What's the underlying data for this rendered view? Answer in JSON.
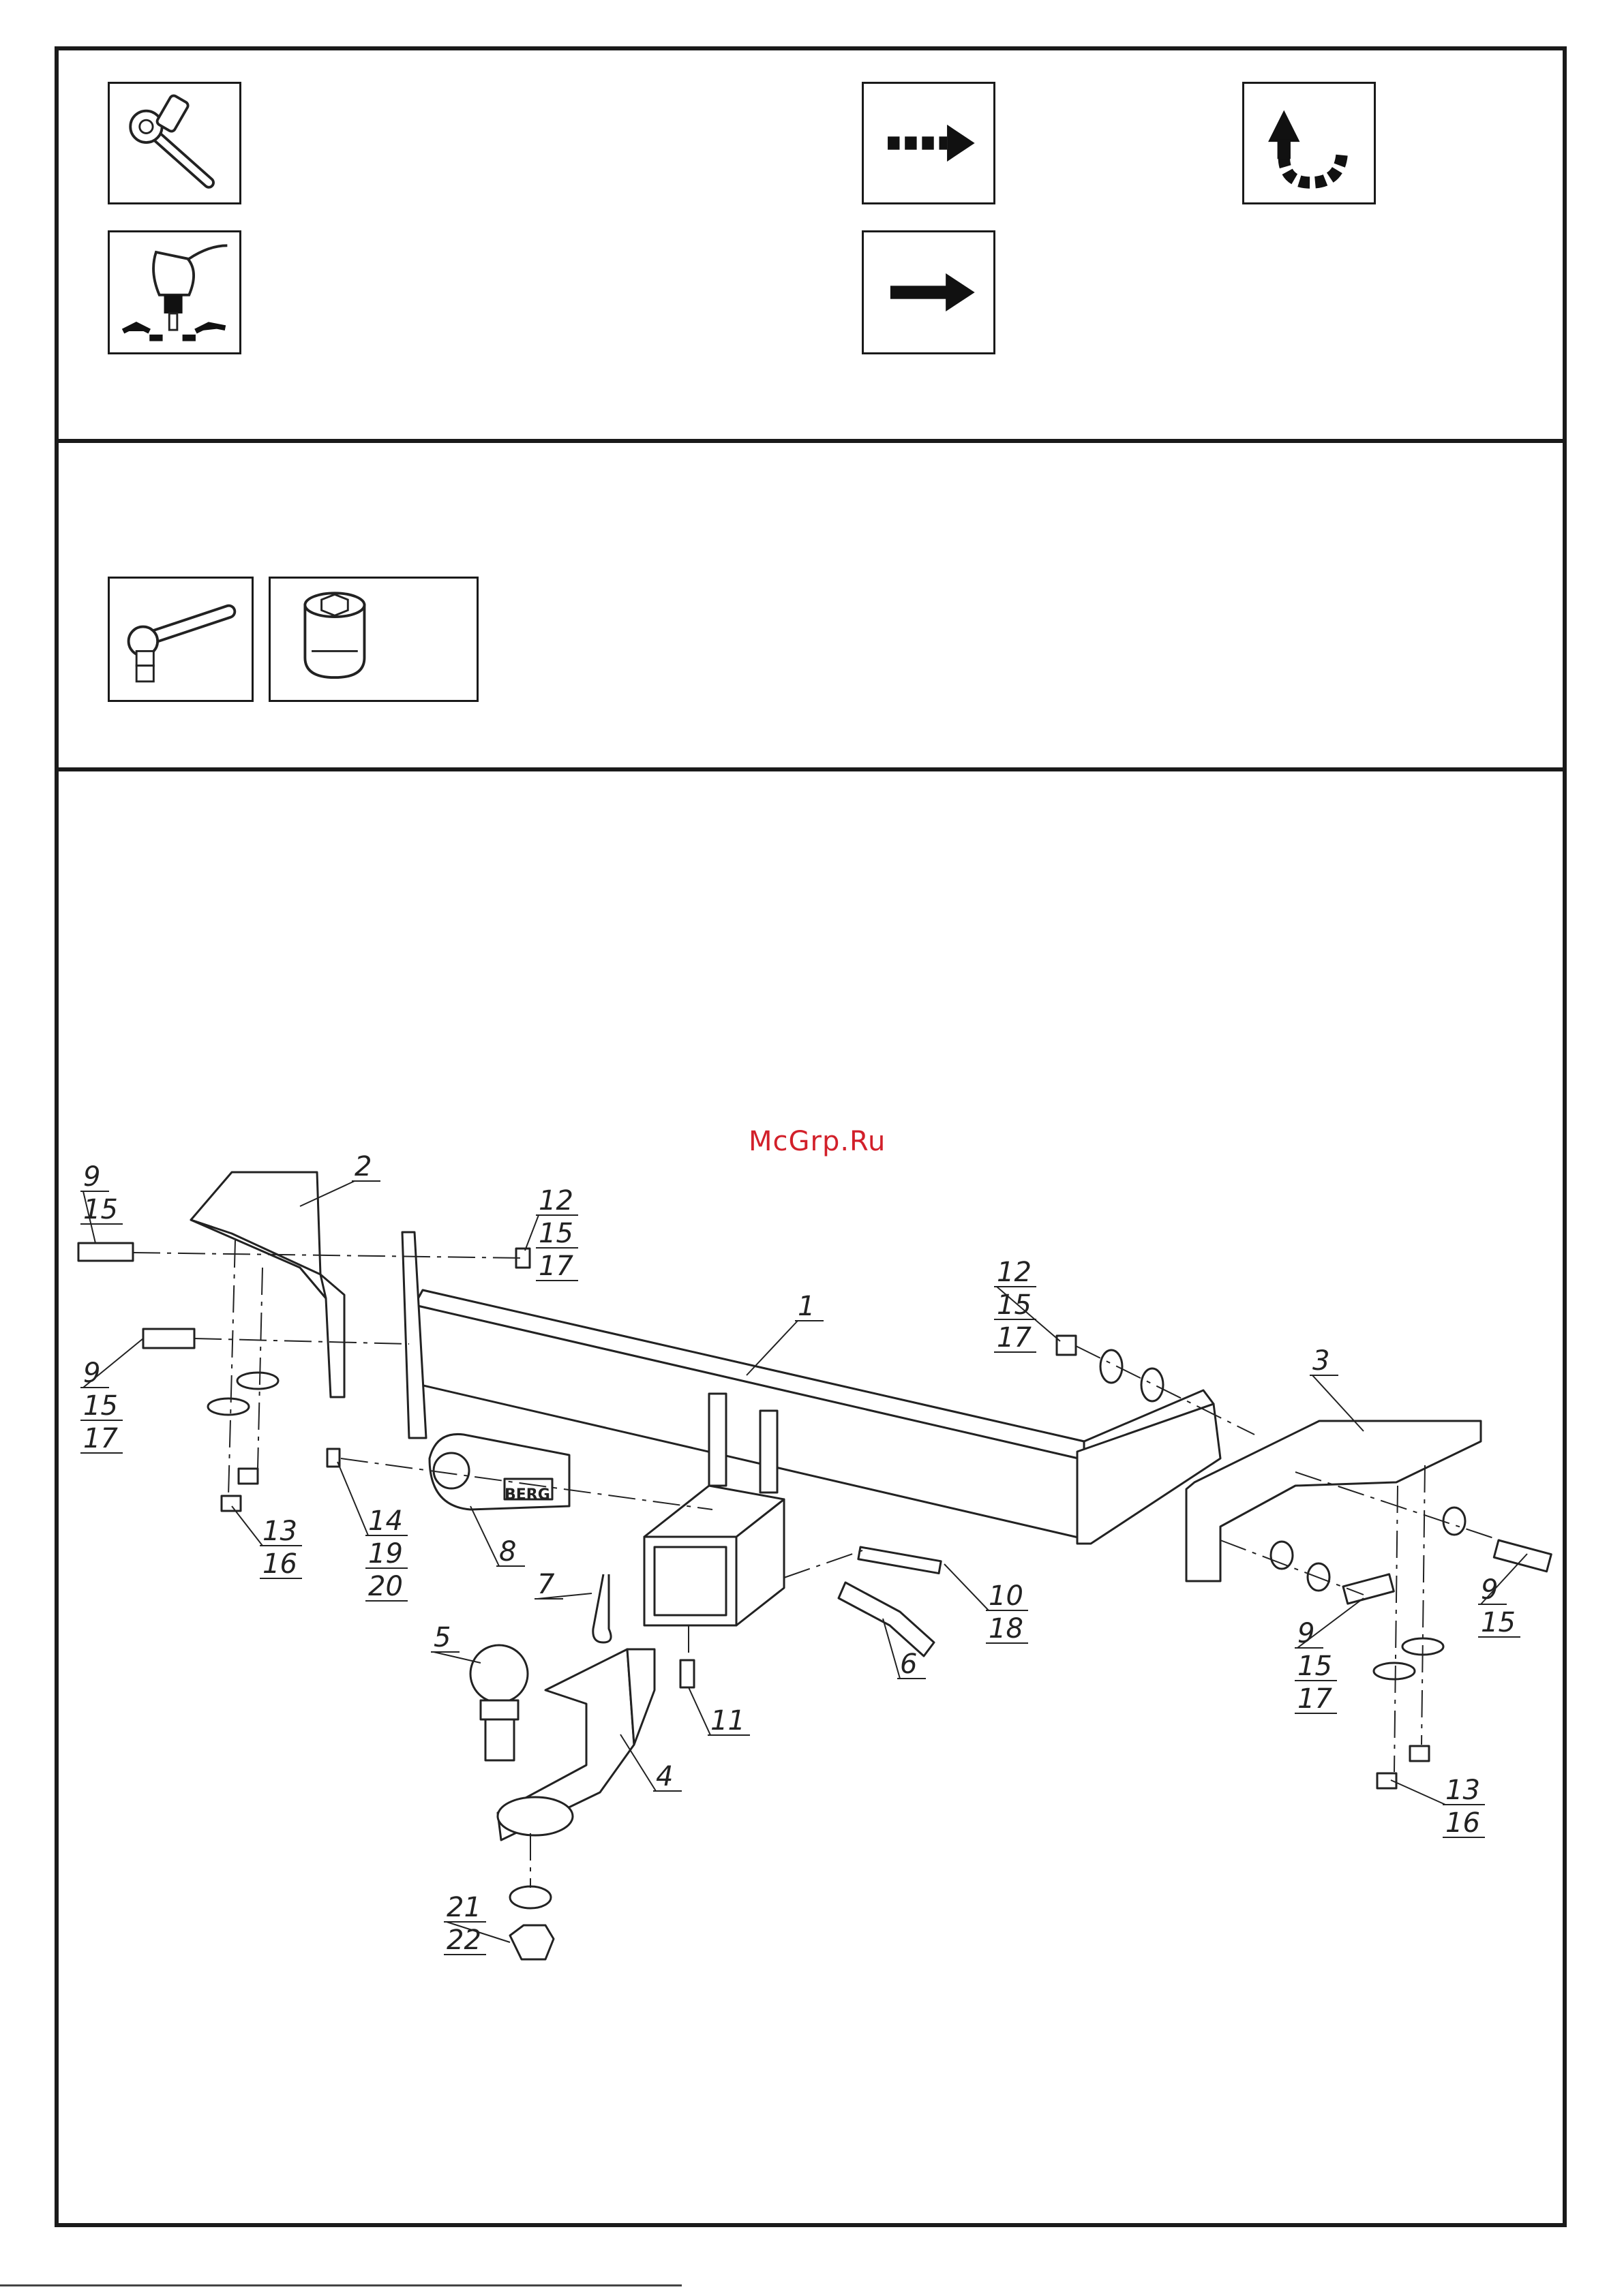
{
  "watermark": "McGrp.Ru",
  "brand": "BERG",
  "icons": [
    {
      "name": "ratchet-wrench-icon"
    },
    {
      "name": "dashed-arrow-icon"
    },
    {
      "name": "rotate-arrow-icon"
    },
    {
      "name": "hand-tighten-icon"
    },
    {
      "name": "solid-arrow-icon"
    },
    {
      "name": "ratchet-socket-icon"
    },
    {
      "name": "socket-head-icon"
    }
  ],
  "callouts": [
    {
      "id": "c1",
      "lines": [
        "1"
      ]
    },
    {
      "id": "c2",
      "lines": [
        "2"
      ]
    },
    {
      "id": "c3",
      "lines": [
        "3"
      ]
    },
    {
      "id": "c4",
      "lines": [
        "4"
      ]
    },
    {
      "id": "c5",
      "lines": [
        "5"
      ]
    },
    {
      "id": "c6",
      "lines": [
        "6"
      ]
    },
    {
      "id": "c7",
      "lines": [
        "7"
      ]
    },
    {
      "id": "c8",
      "lines": [
        "8"
      ]
    },
    {
      "id": "c9a",
      "lines": [
        "9",
        "15"
      ]
    },
    {
      "id": "c9b",
      "lines": [
        "9",
        "15",
        "17"
      ]
    },
    {
      "id": "c9c",
      "lines": [
        "9",
        "15"
      ]
    },
    {
      "id": "c9d",
      "lines": [
        "9",
        "15",
        "17"
      ]
    },
    {
      "id": "c10",
      "lines": [
        "10",
        "18"
      ]
    },
    {
      "id": "c11",
      "lines": [
        "11"
      ]
    },
    {
      "id": "c12a",
      "lines": [
        "12",
        "15",
        "17"
      ]
    },
    {
      "id": "c12b",
      "lines": [
        "12",
        "15",
        "17"
      ]
    },
    {
      "id": "c13a",
      "lines": [
        "13",
        "16"
      ]
    },
    {
      "id": "c13b",
      "lines": [
        "13",
        "16"
      ]
    },
    {
      "id": "c14",
      "lines": [
        "14",
        "19",
        "20"
      ]
    },
    {
      "id": "c21",
      "lines": [
        "21",
        "22"
      ]
    }
  ]
}
